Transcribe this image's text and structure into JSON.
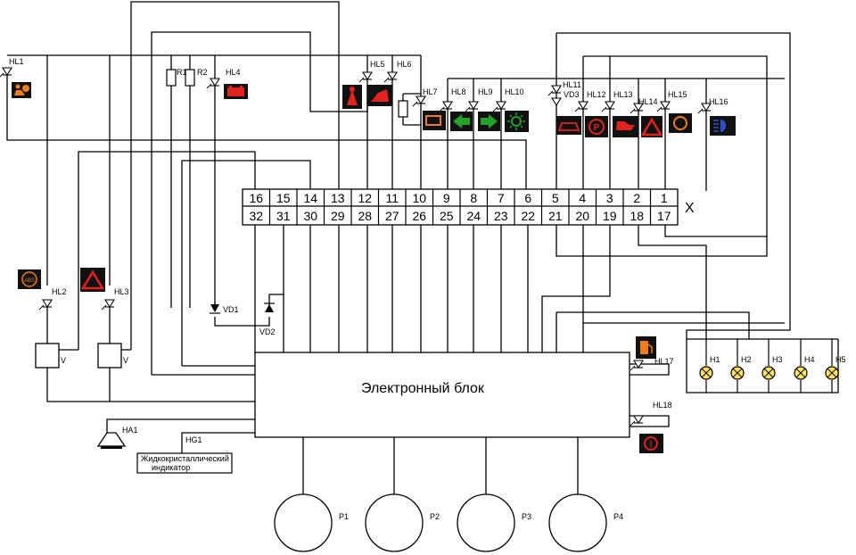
{
  "connector": {
    "name": "X",
    "top_pins": [
      "16",
      "15",
      "14",
      "13",
      "12",
      "11",
      "10",
      "9",
      "8",
      "7",
      "6",
      "5",
      "4",
      "3",
      "2",
      "1"
    ],
    "bottom_pins": [
      "32",
      "31",
      "30",
      "29",
      "28",
      "27",
      "26",
      "25",
      "24",
      "23",
      "22",
      "21",
      "20",
      "19",
      "18",
      "17"
    ]
  },
  "control_unit": {
    "label": "Электронный блок"
  },
  "lcd": {
    "ref": "HG1",
    "label_line1": "Жидкокристаллический",
    "label_line2": "индикатор"
  },
  "buzzer": {
    "ref": "HA1"
  },
  "indicators": {
    "HL1": "HL1",
    "HL2": "HL2",
    "HL3": "HL3",
    "HL4": "HL4",
    "HL5": "HL5",
    "HL6": "HL6",
    "HL7": "HL7",
    "HL8": "HL8",
    "HL9": "HL9",
    "HL10": "HL10",
    "HL11": "HL11",
    "HL12": "HL12",
    "HL13": "HL13",
    "HL14": "HL14",
    "HL15": "HL15",
    "HL16": "HL16",
    "HL17": "HL17",
    "HL18": "HL18"
  },
  "resistors": {
    "R1": "R1",
    "R2": "R2"
  },
  "diodes": {
    "VD1": "VD1",
    "VD2": "VD2",
    "VD3": "VD3"
  },
  "lamps": [
    "H1",
    "H2",
    "H3",
    "H4",
    "H5"
  ],
  "gauges": [
    "P1",
    "P2",
    "P3",
    "P4"
  ],
  "voltage_label": "V",
  "icon_colors": {
    "red": "#e0231c",
    "orange": "#f07d1a",
    "green": "#25a02a",
    "blue": "#2a52c8",
    "black": "#111111"
  }
}
